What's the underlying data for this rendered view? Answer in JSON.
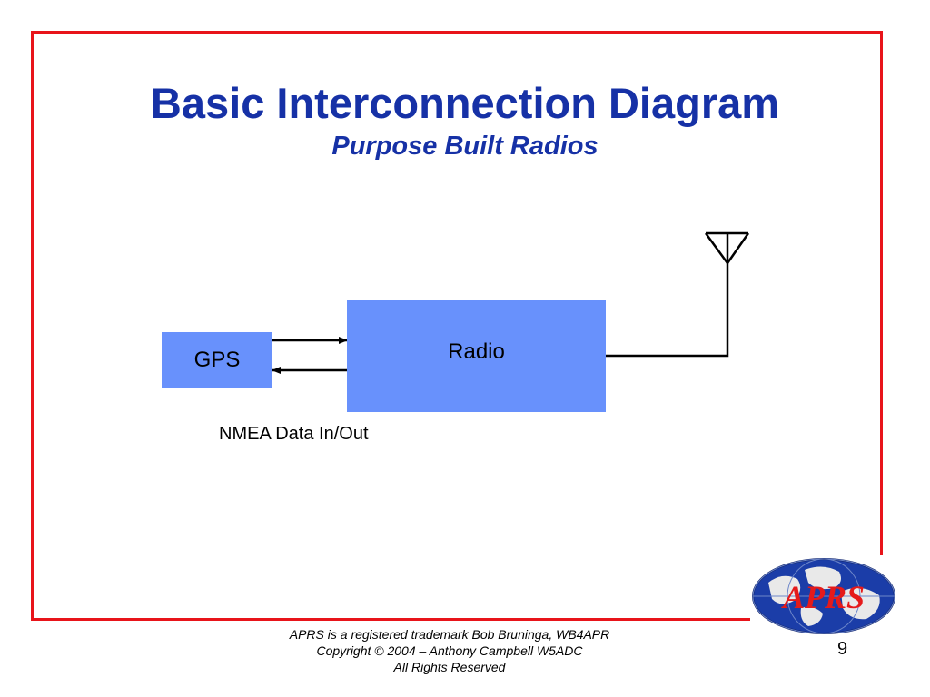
{
  "slide": {
    "title": "Basic Interconnection Diagram",
    "subtitle": "Purpose Built Radios",
    "page_number": "9"
  },
  "diagram": {
    "nodes": {
      "gps": "GPS",
      "radio": "Radio"
    },
    "link_label": "NMEA Data In/Out",
    "antenna_icon": "antenna-icon"
  },
  "logo": {
    "text": "APRS",
    "icon": "globe-icon"
  },
  "footer": {
    "line1": "APRS is a registered trademark Bob Bruninga, WB4APR",
    "line2": "Copyright © 2004 – Anthony Campbell W5ADC",
    "line3": "All Rights Reserved"
  },
  "colors": {
    "border": "#e8141a",
    "title": "#1631a6",
    "box_fill": "#6891fc"
  }
}
